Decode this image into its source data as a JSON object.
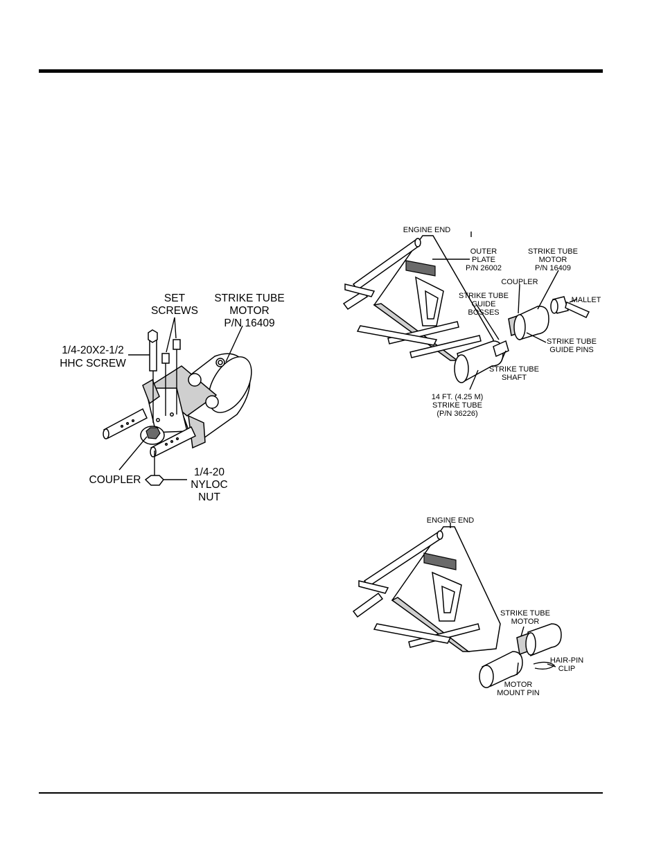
{
  "figure_coupler": {
    "set_screws": [
      "SET",
      "SCREWS"
    ],
    "motor": [
      "STRIKE TUBE",
      "MOTOR",
      "P/N 16409"
    ],
    "hhc_screw": [
      "1/4-20X2-1/2",
      "HHC SCREW"
    ],
    "coupler": "COUPLER",
    "nut": [
      "1/4-20",
      "NYLOC",
      "NUT"
    ]
  },
  "figure_assembly": {
    "engine_end": "ENGINE END",
    "outer_plate": [
      "OUTER",
      "PLATE",
      "P/N 26002"
    ],
    "motor": [
      "STRIKE TUBE",
      "MOTOR",
      "P/N 16409"
    ],
    "coupler": "COUPLER",
    "mallet": "MALLET",
    "guide_bosses": [
      "STRIKE TUBE",
      "GUIDE",
      "BOSSES"
    ],
    "guide_pins": [
      "STRIKE TUBE",
      "GUIDE PINS"
    ],
    "shaft": [
      "STRIKE TUBE",
      "SHAFT"
    ],
    "strike_tube": [
      "14 FT. (4.25 M)",
      "STRIKE TUBE",
      "(P/N 36226)"
    ]
  },
  "figure_installed": {
    "engine_end": "ENGINE END",
    "motor": [
      "STRIKE TUBE",
      "MOTOR"
    ],
    "clip": [
      "HAIR-PIN",
      "CLIP"
    ],
    "mount_pin": [
      "MOTOR",
      "MOUNT PIN"
    ]
  }
}
